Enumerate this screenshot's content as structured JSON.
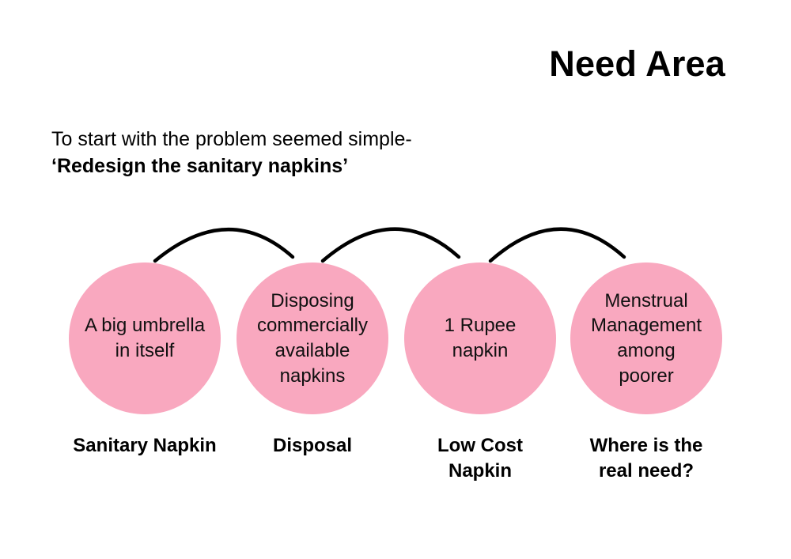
{
  "slide": {
    "title": "Need Area",
    "background_color": "#ffffff",
    "accent_color": "#f9a8bf",
    "line_color": "#000000"
  },
  "intro": {
    "line1": "To start with the problem seemed simple-",
    "line2": "‘Redesign the sanitary napkins’"
  },
  "diagram": {
    "type": "flow-of-circles",
    "nodes": [
      {
        "circle_text": "A big umbrella\nin itself",
        "caption": "Sanitary Napkin"
      },
      {
        "circle_text": "Disposing\ncommercially\navailable\nnapkins",
        "caption": "Disposal"
      },
      {
        "circle_text": "1 Rupee\nnapkin",
        "caption": "Low Cost\nNapkin"
      },
      {
        "circle_text": "Menstrual\nManagement\namong\npoorer",
        "caption": "Where is the\nreal need?"
      }
    ],
    "connectors": [
      {
        "name": "arc-1-2",
        "from": "node-0",
        "to": "node-1"
      },
      {
        "name": "arc-2-3",
        "from": "node-1",
        "to": "node-2"
      },
      {
        "name": "arc-3-4",
        "from": "node-2",
        "to": "node-3"
      }
    ]
  }
}
